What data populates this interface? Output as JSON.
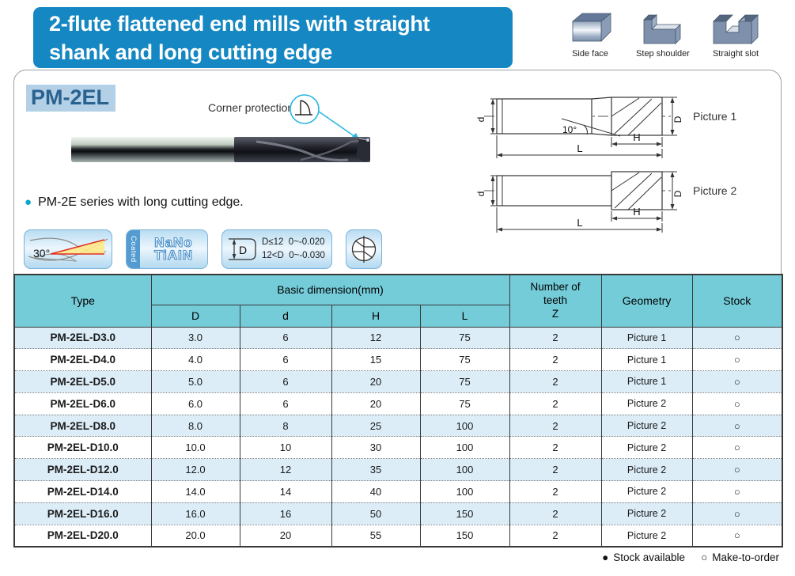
{
  "header": {
    "title": "2-flute flattened end mills with straight\nshank and long cutting edge"
  },
  "applications": [
    {
      "label": "Side face"
    },
    {
      "label": "Step shoulder"
    },
    {
      "label": "Straight slot"
    }
  ],
  "product": {
    "series": "PM-2EL",
    "callout": "Corner protection",
    "description": "PM-2E series with long cutting edge.",
    "badges": {
      "helix_angle": "30°",
      "coated": "Coated",
      "coating_line1": "NaNo",
      "coating_line2": "TiAIN",
      "tolerance_icon_label": "D",
      "tolerance_lines": "D≤12  0~-0.020\n12<D  0~-0.030"
    },
    "drawings": [
      {
        "label": "Picture 1",
        "dims": {
          "d": "d",
          "D": "D",
          "H": "H",
          "L": "L",
          "angle": "10°"
        }
      },
      {
        "label": "Picture 2",
        "dims": {
          "d": "d",
          "D": "D",
          "H": "H",
          "L": "L"
        }
      }
    ]
  },
  "table": {
    "headers": {
      "type": "Type",
      "group": "Basic dimension(mm)",
      "cols": [
        "D",
        "d",
        "H",
        "L"
      ],
      "teeth": "Number of\nteeth\nZ",
      "geometry": "Geometry",
      "stock": "Stock"
    },
    "rows": [
      {
        "type": "PM-2EL-D3.0",
        "D": "3.0",
        "d": "6",
        "H": "12",
        "L": "75",
        "Z": "2",
        "geometry": "Picture 1",
        "stock": "○"
      },
      {
        "type": "PM-2EL-D4.0",
        "D": "4.0",
        "d": "6",
        "H": "15",
        "L": "75",
        "Z": "2",
        "geometry": "Picture 1",
        "stock": "○"
      },
      {
        "type": "PM-2EL-D5.0",
        "D": "5.0",
        "d": "6",
        "H": "20",
        "L": "75",
        "Z": "2",
        "geometry": "Picture 1",
        "stock": "○"
      },
      {
        "type": "PM-2EL-D6.0",
        "D": "6.0",
        "d": "6",
        "H": "20",
        "L": "75",
        "Z": "2",
        "geometry": "Picture 2",
        "stock": "○"
      },
      {
        "type": "PM-2EL-D8.0",
        "D": "8.0",
        "d": "8",
        "H": "25",
        "L": "100",
        "Z": "2",
        "geometry": "Picture 2",
        "stock": "○"
      },
      {
        "type": "PM-2EL-D10.0",
        "D": "10.0",
        "d": "10",
        "H": "30",
        "L": "100",
        "Z": "2",
        "geometry": "Picture 2",
        "stock": "○"
      },
      {
        "type": "PM-2EL-D12.0",
        "D": "12.0",
        "d": "12",
        "H": "35",
        "L": "100",
        "Z": "2",
        "geometry": "Picture 2",
        "stock": "○"
      },
      {
        "type": "PM-2EL-D14.0",
        "D": "14.0",
        "d": "14",
        "H": "40",
        "L": "100",
        "Z": "2",
        "geometry": "Picture 2",
        "stock": "○"
      },
      {
        "type": "PM-2EL-D16.0",
        "D": "16.0",
        "d": "16",
        "H": "50",
        "L": "150",
        "Z": "2",
        "geometry": "Picture 2",
        "stock": "○"
      },
      {
        "type": "PM-2EL-D20.0",
        "D": "20.0",
        "d": "20",
        "H": "55",
        "L": "150",
        "Z": "2",
        "geometry": "Picture 2",
        "stock": "○"
      }
    ]
  },
  "legend": {
    "available_symbol": "●",
    "available": "Stock available",
    "mto_symbol": "○",
    "mto": "Make-to-order"
  },
  "colors": {
    "banner_blue": "#1587c2",
    "table_header_cyan": "#74ccd9",
    "alt_row_blue": "#dcedf8",
    "accent_cyan": "#29b7e0",
    "series_text": "#29618f",
    "series_highlight": "#b3d0e6"
  }
}
